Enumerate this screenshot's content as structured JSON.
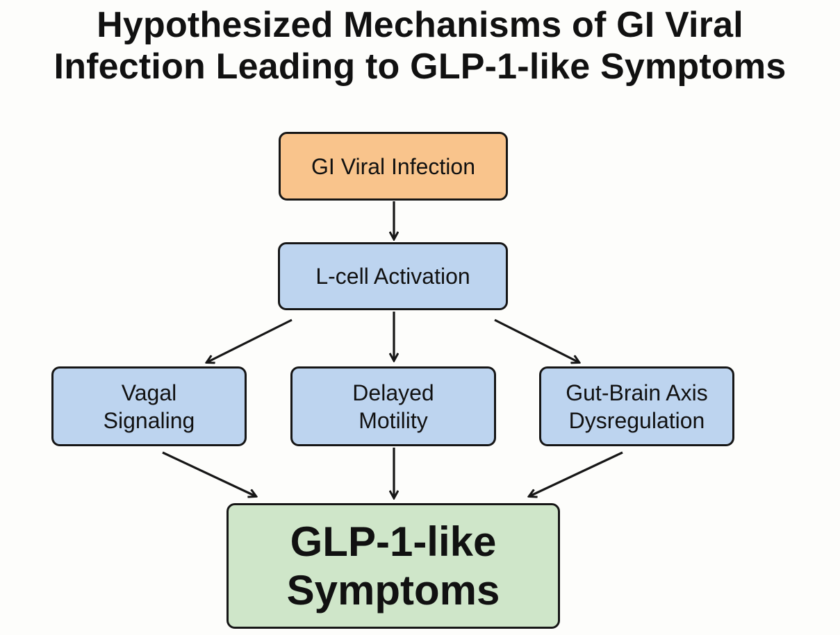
{
  "title": {
    "line1": "Hypothesized Mechanisms of GI Viral",
    "line2": "Infection Leading to GLP-1-like Symptoms"
  },
  "nodes": {
    "infection": {
      "label": "GI Viral Infection"
    },
    "lcell": {
      "label": "L-cell Activation"
    },
    "vagal": {
      "line1": "Vagal",
      "line2": "Signaling"
    },
    "motility": {
      "line1": "Delayed",
      "line2": "Motility"
    },
    "gutbrain": {
      "line1": "Gut-Brain Axis",
      "line2": "Dysregulation"
    },
    "symptoms": {
      "line1": "GLP-1-like",
      "line2": "Symptoms"
    }
  },
  "colors": {
    "infection_fill": "#f9c48c",
    "mechanism_fill": "#bdd4ef",
    "outcome_fill": "#cfe6c9",
    "stroke": "#161616"
  },
  "edges": [
    {
      "from": "infection",
      "to": "lcell"
    },
    {
      "from": "lcell",
      "to": "vagal"
    },
    {
      "from": "lcell",
      "to": "motility"
    },
    {
      "from": "lcell",
      "to": "gutbrain"
    },
    {
      "from": "vagal",
      "to": "symptoms"
    },
    {
      "from": "motility",
      "to": "symptoms"
    },
    {
      "from": "gutbrain",
      "to": "symptoms"
    }
  ]
}
